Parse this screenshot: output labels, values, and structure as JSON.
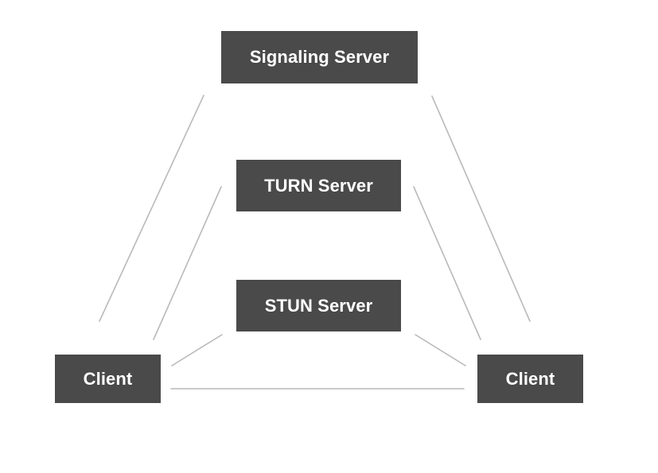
{
  "diagram": {
    "node_color": "#4a4a4a",
    "line_color": "#b9b9b9",
    "nodes": {
      "signaling_server": "Signaling Server",
      "turn_server": "TURN Server",
      "stun_server": "STUN Server",
      "client_left": "Client",
      "client_right": "Client"
    }
  }
}
